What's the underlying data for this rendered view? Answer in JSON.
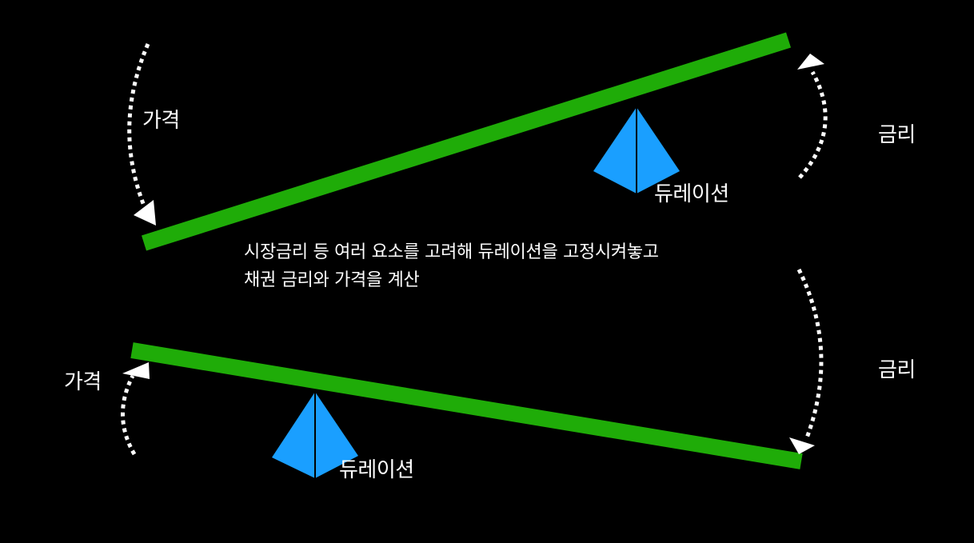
{
  "diagram": {
    "background": "#000000",
    "colors": {
      "beam": "#1fac08",
      "fulcrum": "#1a9fff",
      "arrow": "#ffffff",
      "text": "#ffffff"
    },
    "top_seesaw": {
      "price_label": "가격",
      "rate_label": "금리",
      "fulcrum_label": "듀레이션",
      "price_arrow": "down",
      "rate_arrow": "up"
    },
    "caption": {
      "line1": "시장금리 등 여러 요소를 고려해 듀레이션을 고정시켜놓고",
      "line2": "채권 금리와 가격을 계산"
    },
    "bottom_seesaw": {
      "price_label": "가격",
      "rate_label": "금리",
      "fulcrum_label": "듀레이션",
      "price_arrow": "up",
      "rate_arrow": "down"
    }
  }
}
